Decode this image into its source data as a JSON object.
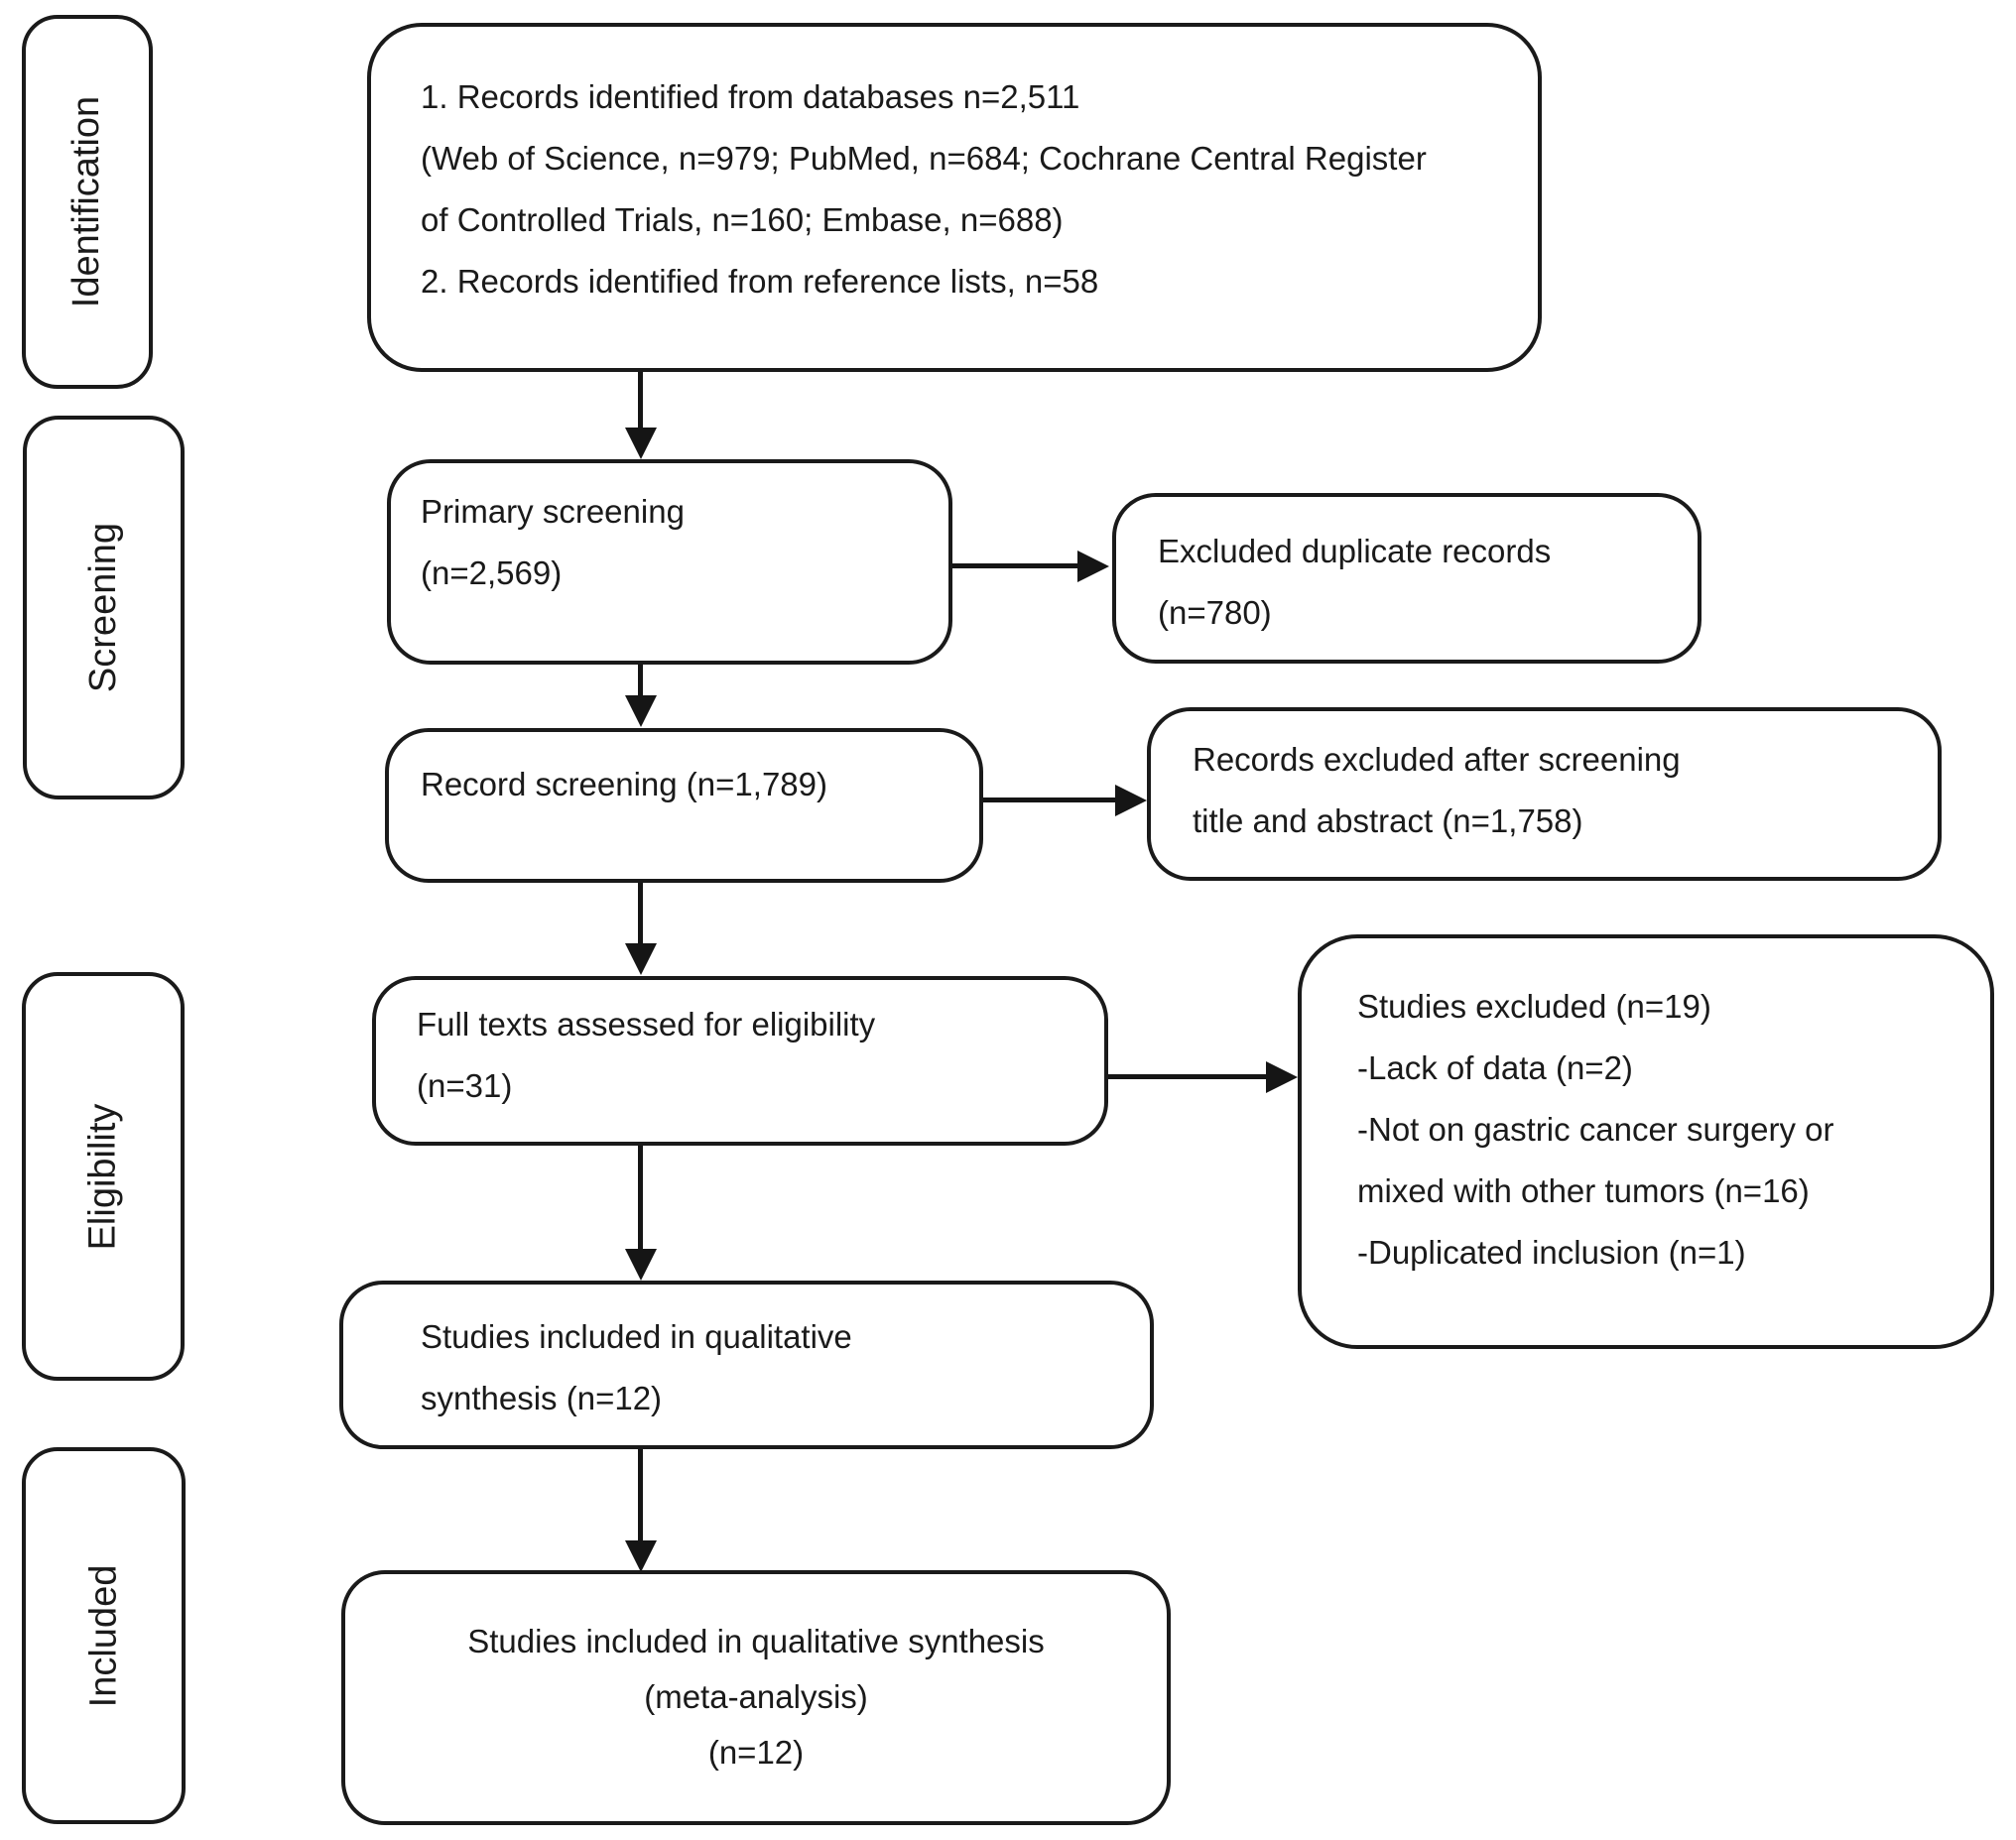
{
  "figure": {
    "kind": "prisma-flow-diagram",
    "colors": {
      "line": "#1a1a1a",
      "text": "#1a1a1a",
      "background": "#ffffff"
    }
  },
  "stages": [
    {
      "label": "Identification"
    },
    {
      "label": "Screening"
    },
    {
      "label": "Eligibility"
    },
    {
      "label": "Included"
    }
  ],
  "boxes": {
    "records": {
      "lines": [
        "1. Records identified from databases n=2,511",
        "(Web of Science, n=979; PubMed, n=684; Cochrane Central Register",
        "of Controlled Trials, n=160; Embase, n=688)",
        "2. Records identified from reference lists, n=58"
      ]
    },
    "primary_screening": {
      "lines": [
        "Primary screening",
        "(n=2,569)"
      ]
    },
    "excluded_duplicates": {
      "lines": [
        "Excluded duplicate records",
        "(n=780)"
      ]
    },
    "record_screening": {
      "lines": [
        "Record screening (n=1,789)"
      ]
    },
    "records_excluded": {
      "lines": [
        "Records excluded after screening",
        "title and abstract (n=1,758)"
      ]
    },
    "full_texts": {
      "lines": [
        "Full texts assessed for eligibility",
        "(n=31)"
      ]
    },
    "studies_excluded": {
      "lines": [
        "Studies excluded (n=19)",
        "-Lack of data (n=2)",
        "-Not on gastric cancer surgery or",
        "mixed with other tumors (n=16)",
        "-Duplicated inclusion (n=1)"
      ]
    },
    "qualitative_synthesis": {
      "lines": [
        "Studies included in qualitative",
        "synthesis (n=12)"
      ]
    },
    "meta_analysis": {
      "lines": [
        "Studies included in qualitative synthesis",
        "(meta-analysis)",
        "(n=12)"
      ]
    }
  }
}
